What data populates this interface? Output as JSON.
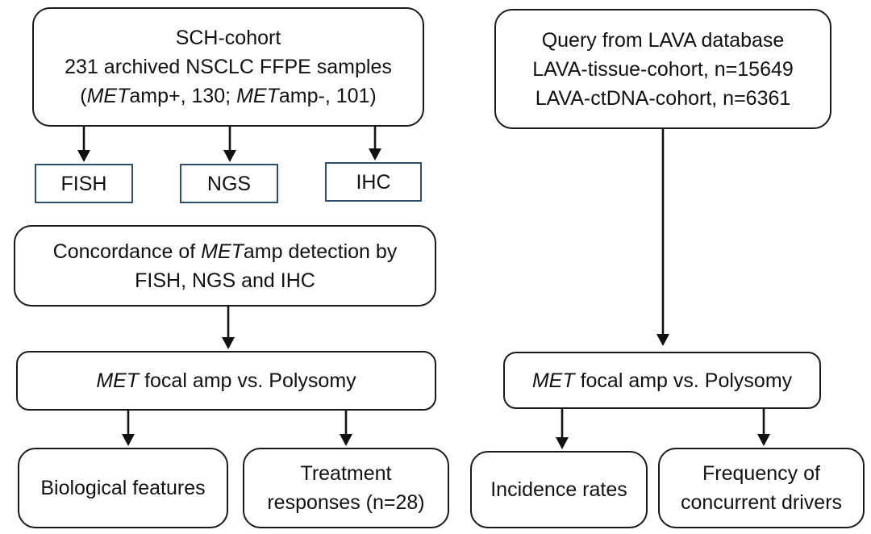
{
  "left": {
    "cohort": {
      "line1": "SCH-cohort",
      "line2": "231 archived NSCLC FFPE samples",
      "line3_pre": "(",
      "line3_met1": "MET",
      "line3_mid": "amp+, 130; ",
      "line3_met2": "MET",
      "line3_post": "amp-, 101)"
    },
    "methods": [
      "FISH",
      "NGS",
      "IHC"
    ],
    "concordance": {
      "pre": "Concordance of ",
      "met": "MET",
      "post": "amp detection by",
      "line2": "FISH, NGS and IHC"
    },
    "focal": {
      "met": "MET",
      "text": " focal amp vs. Polysomy"
    },
    "outcomes": {
      "bio": "Biological features",
      "treat_line1": "Treatment",
      "treat_line2": "responses (n=28)"
    }
  },
  "right": {
    "query": {
      "line1": "Query from LAVA database",
      "line2": "LAVA-tissue-cohort, n=15649",
      "line3": "LAVA-ctDNA-cohort, n=6361"
    },
    "focal": {
      "met": "MET",
      "text": " focal amp vs. Polysomy"
    },
    "outcomes": {
      "incidence": "Incidence rates",
      "freq_line1": "Frequency of",
      "freq_line2": "concurrent drivers"
    }
  }
}
